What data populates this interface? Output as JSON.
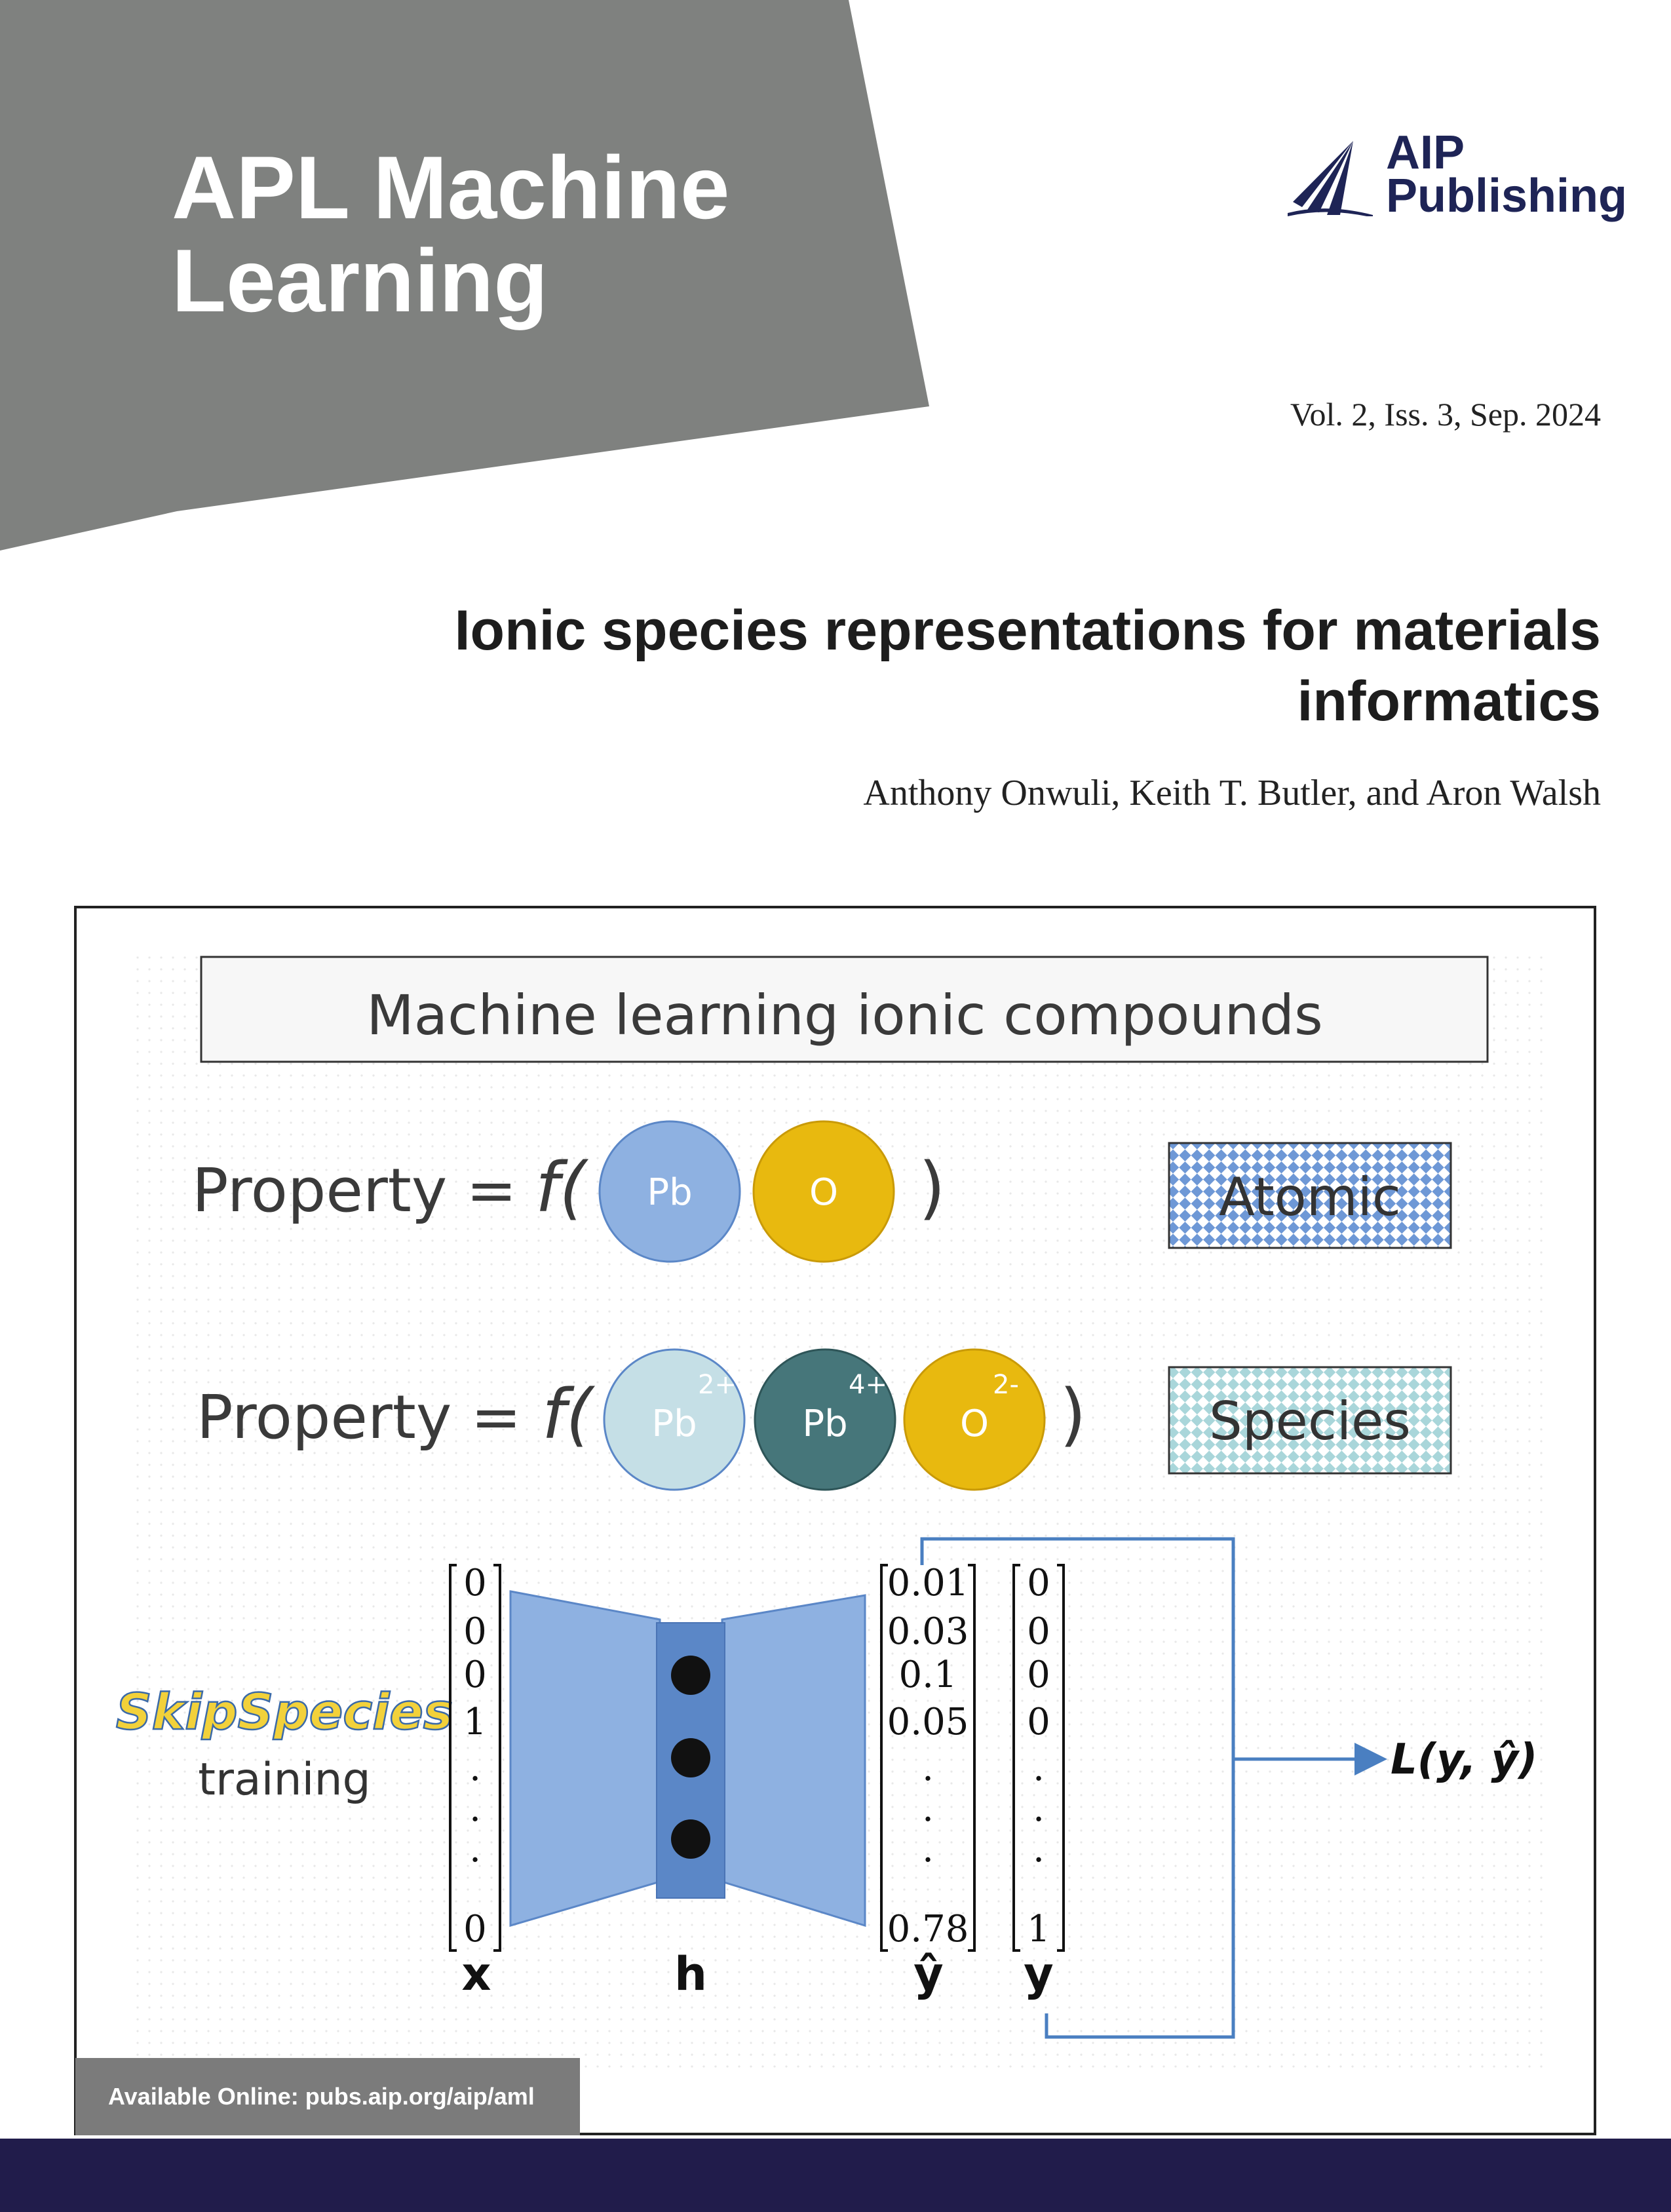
{
  "journal": {
    "title_line1": "APL Machine",
    "title_line2": "Learning",
    "banner_color": "#7f817f"
  },
  "publisher": {
    "name_line1": "AIP",
    "name_line2": "Publishing",
    "brand_color": "#1e2456"
  },
  "issue": "Vol. 2, Iss. 3, Sep. 2024",
  "article": {
    "title_line1": "Ionic species representations for materials",
    "title_line2": "informatics",
    "authors": "Anthony Onwuli, Keith T. Butler, and Aron Walsh"
  },
  "figure": {
    "heading": "Machine learning ionic compounds",
    "row1": {
      "lhs": "Property =",
      "func": "f(",
      "close": ")",
      "atoms": [
        {
          "symbol": "Pb",
          "charge": "",
          "color": "#8eb1e1"
        },
        {
          "symbol": "O",
          "charge": "",
          "color": "#e8b90f"
        }
      ],
      "tag": "Atomic"
    },
    "row2": {
      "lhs": "Property =",
      "func": "f(",
      "close": ")",
      "species": [
        {
          "symbol": "Pb",
          "charge": "2+",
          "color": "#c5dfe6"
        },
        {
          "symbol": "Pb",
          "charge": "4+",
          "color": "#46767a"
        },
        {
          "symbol": "O",
          "charge": "2-",
          "color": "#e8b90f"
        }
      ],
      "tag": "Species"
    },
    "method_name": "SkipSpecies",
    "method_sub": "training",
    "x_vector": [
      "0",
      "0",
      "0",
      "1",
      ".",
      ".",
      ".",
      "0"
    ],
    "yhat_vector": [
      "0.01",
      "0.03",
      "0.1",
      "0.05",
      ".",
      ".",
      ".",
      "0.78"
    ],
    "y_vector": [
      "0",
      "0",
      "0",
      "0",
      ".",
      ".",
      ".",
      "1"
    ],
    "labels": {
      "x": "x",
      "h": "h",
      "yhat": "ŷ",
      "y": "y"
    },
    "loss": "L(y, ŷ)",
    "network_color": "#8eb1e1",
    "hidden_color": "#5b87c7",
    "arrow_color": "#4a7fc1"
  },
  "online": "Available Online: pubs.aip.org/aip/aml",
  "footer_color": "#211c4b"
}
